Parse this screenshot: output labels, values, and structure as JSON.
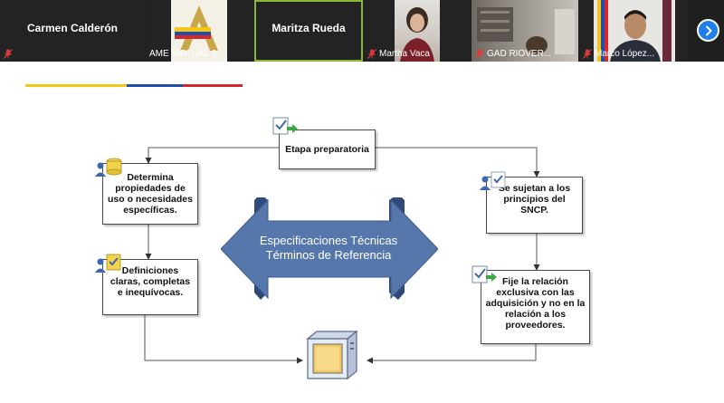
{
  "participants": [
    {
      "id": "carmen",
      "name": "Carmen Calderón",
      "display": "name",
      "muted": true
    },
    {
      "id": "ame",
      "name": "AME VIRTUAL 3",
      "display": "video",
      "muted": false
    },
    {
      "id": "maritza",
      "name": "Maritza Rueda",
      "display": "name",
      "muted": false,
      "active_speaker": true
    },
    {
      "id": "martha",
      "name": "Martha Vaca",
      "display": "video",
      "muted": true
    },
    {
      "id": "gad",
      "name": "GAD RIOVER...",
      "display": "video",
      "muted": true
    },
    {
      "id": "marco",
      "name": "Marco López...",
      "display": "video",
      "muted": true
    }
  ],
  "strip": {
    "next_icon": "chevron-right-icon",
    "next_color": "#1f7ee8"
  },
  "slide": {
    "header_colors": [
      "#f5c518",
      "#1f4fa8",
      "#d9262c"
    ],
    "center_arrow": {
      "line1": "Especificaciones Técnicas",
      "line2": "Términos de Referencia",
      "color": "#5677ab"
    },
    "nodes": {
      "etapa": "Etapa preparatoria",
      "determina": "Determina propiedades de uso o necesidades específicas.",
      "definiciones": "Definiciones claras, completas e inequívocas.",
      "sujetan": "Se sujetan a los principios del SNCP.",
      "fije": "Fije la relación exclusiva con las adquisición y no en la relación a los proveedores."
    },
    "icons": {
      "etapa": "checklist-arrow-icon",
      "determina": "users-database-icon",
      "definiciones": "users-checklist-icon",
      "sujetan": "users-checklist-icon",
      "fije": "checklist-arrow-icon",
      "bottom": "computer-server-icon"
    }
  }
}
